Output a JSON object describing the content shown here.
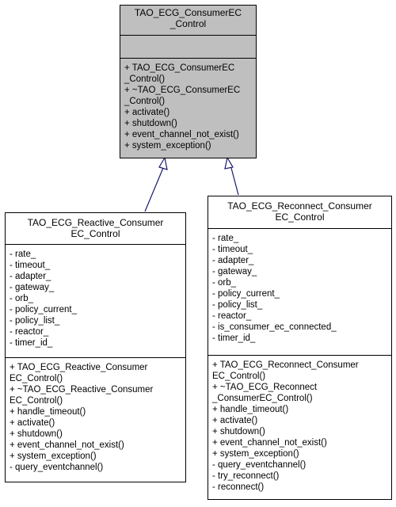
{
  "base_class": {
    "title_lines": [
      "TAO_ECG_ConsumerEC",
      "_Control"
    ],
    "attributes": [],
    "operations": [
      "+ TAO_ECG_ConsumerEC",
      "_Control()",
      "+ ~TAO_ECG_ConsumerEC",
      "_Control()",
      "+ activate()",
      "+ shutdown()",
      "+ event_channel_not_exist()",
      "+ system_exception()"
    ]
  },
  "reactive_class": {
    "title_lines": [
      "TAO_ECG_Reactive_Consumer",
      "EC_Control"
    ],
    "attributes": [
      "- rate_",
      "- timeout_",
      "- adapter_",
      "- gateway_",
      "- orb_",
      "- policy_current_",
      "- policy_list_",
      "- reactor_",
      "- timer_id_"
    ],
    "operations": [
      "+ TAO_ECG_Reactive_Consumer",
      "EC_Control()",
      "+ ~TAO_ECG_Reactive_Consumer",
      "EC_Control()",
      "+ handle_timeout()",
      "+ activate()",
      "+ shutdown()",
      "+ event_channel_not_exist()",
      "+ system_exception()",
      "- query_eventchannel()"
    ]
  },
  "reconnect_class": {
    "title_lines": [
      "TAO_ECG_Reconnect_Consumer",
      "EC_Control"
    ],
    "attributes": [
      "- rate_",
      "- timeout_",
      "- adapter_",
      "- gateway_",
      "- orb_",
      "- policy_current_",
      "- policy_list_",
      "- reactor_",
      "- is_consumer_ec_connected_",
      "- timer_id_"
    ],
    "operations": [
      "+ TAO_ECG_Reconnect_Consumer",
      "EC_Control()",
      "+ ~TAO_ECG_Reconnect",
      "_ConsumerEC_Control()",
      "+ handle_timeout()",
      "+ activate()",
      "+ shutdown()",
      "+ event_channel_not_exist()",
      "+ system_exception()",
      "- query_eventchannel()",
      "- try_reconnect()",
      "- reconnect()"
    ]
  },
  "colors": {
    "base_fill": "#bfbfbf",
    "edge": "#191970"
  }
}
